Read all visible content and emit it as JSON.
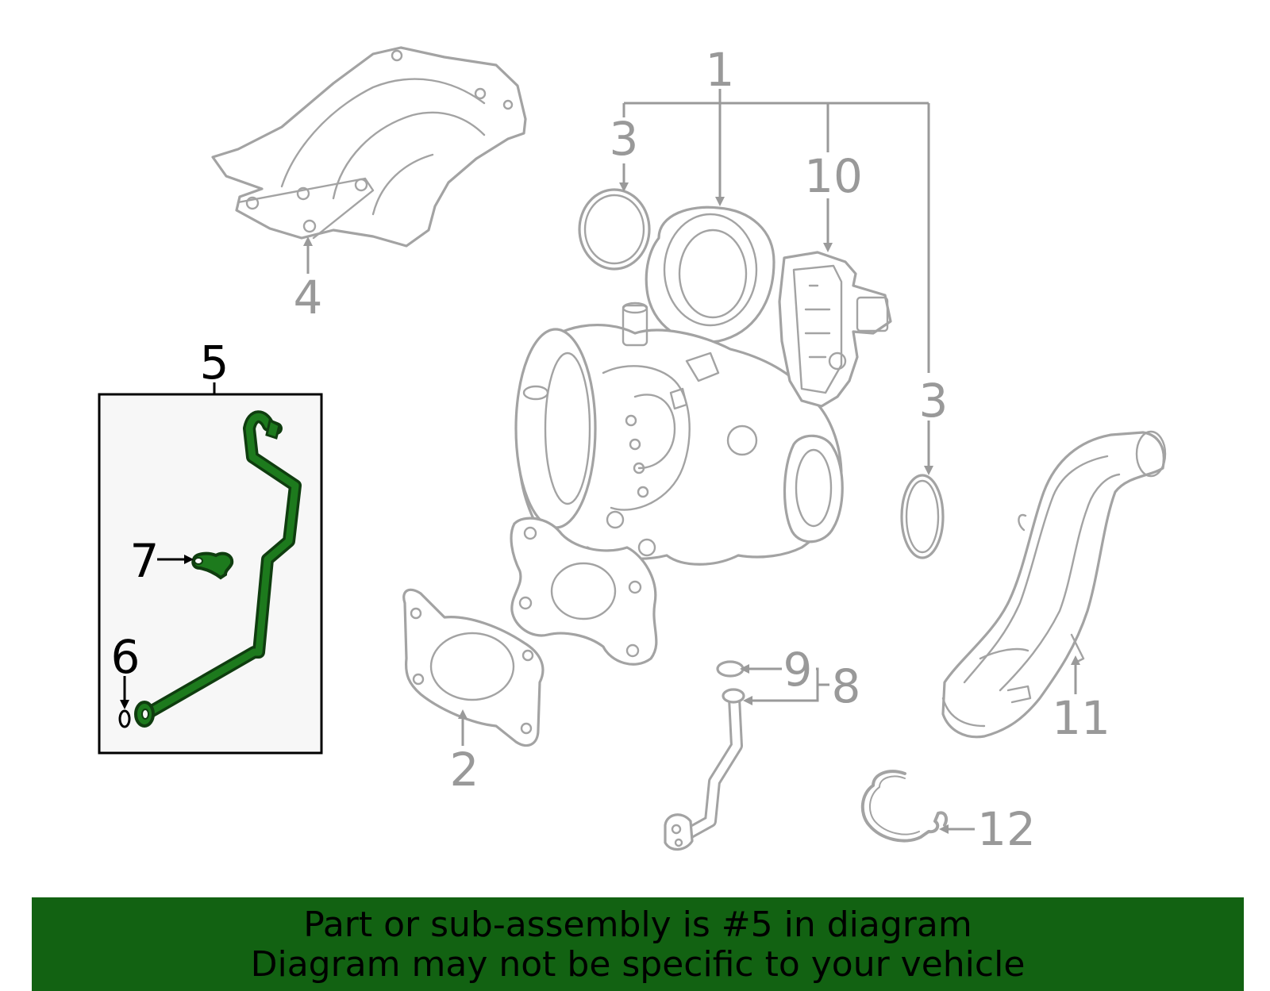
{
  "callouts": {
    "c1": "1",
    "c2": "2",
    "c3a": "3",
    "c3b": "3",
    "c4": "4",
    "c5": "5",
    "c6": "6",
    "c7": "7",
    "c8": "8",
    "c9": "9",
    "c10": "10",
    "c11": "11",
    "c12": "12"
  },
  "highlight": {
    "part_number": "5",
    "color": "#1d7a1d",
    "box_background": "#f7f7f7"
  },
  "colors": {
    "line_art": "#a3a3a3",
    "banner_background": "#126212"
  },
  "banner": {
    "line1": "Part or sub-assembly is #5 in diagram",
    "line2": "Diagram may not be specific to your vehicle"
  }
}
